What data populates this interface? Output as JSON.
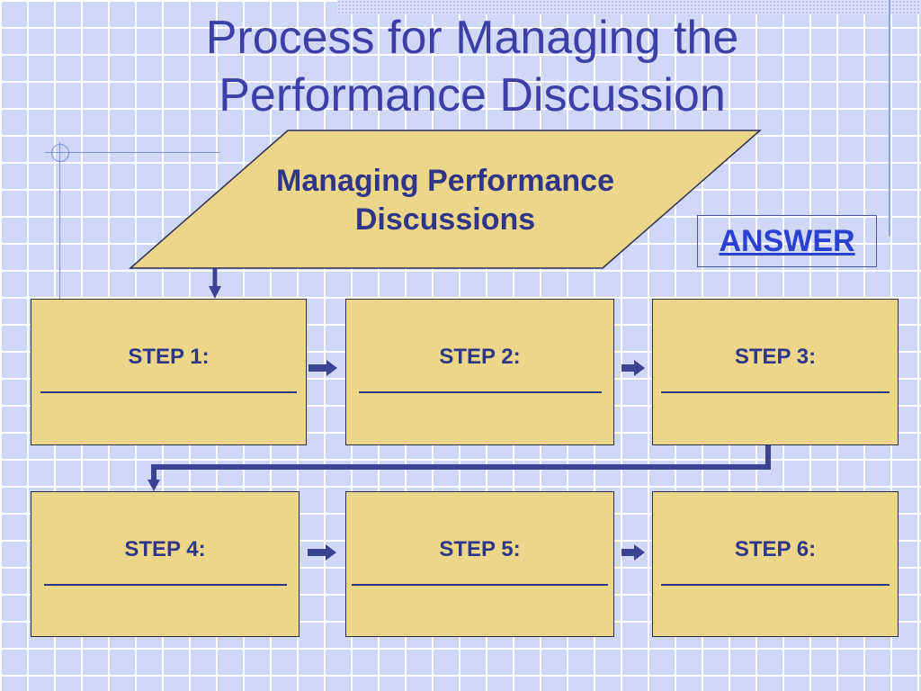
{
  "title": {
    "line1": "Process for Managing the",
    "line2": "Performance Discussion"
  },
  "start_shape": {
    "line1": "Managing Performance",
    "line2": "Discussions"
  },
  "answer_link": "ANSWER",
  "steps": [
    {
      "label": "STEP 1:"
    },
    {
      "label": "STEP 2:"
    },
    {
      "label": "STEP 3:"
    },
    {
      "label": "STEP 4:"
    },
    {
      "label": "STEP 5:"
    },
    {
      "label": "STEP 6:"
    }
  ],
  "colors": {
    "background": "#cfd9f7",
    "grid": "#ffffff",
    "box_fill": "#ecd68a",
    "text": "#2f3688",
    "title": "#3b3fa8",
    "connector": "#3b4493",
    "link": "#2b3fd0"
  }
}
